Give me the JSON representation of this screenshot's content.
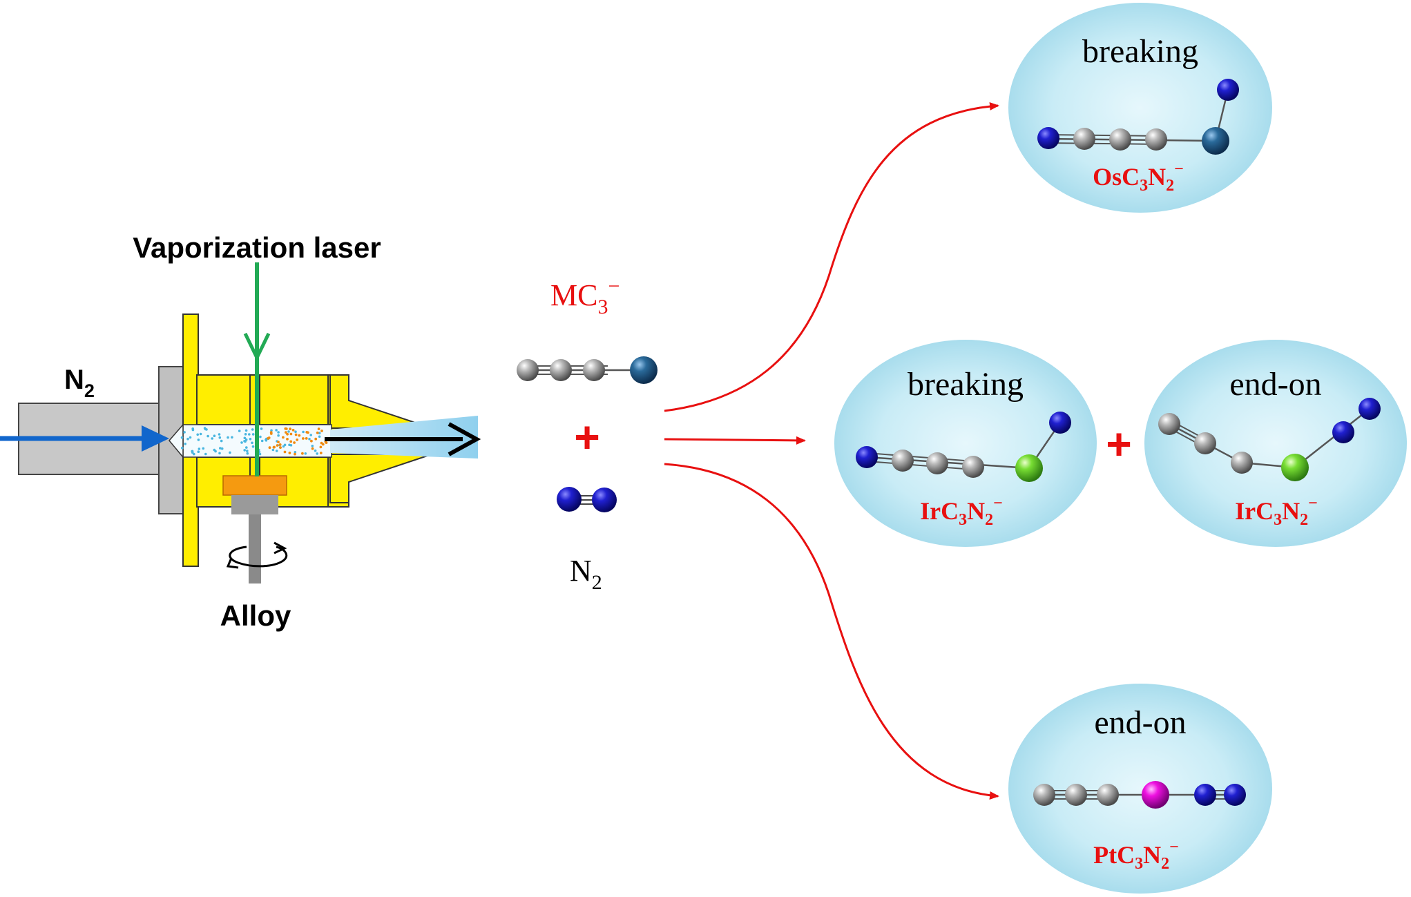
{
  "apparatus": {
    "gas_label_base": "N",
    "gas_label_sub": "2",
    "laser_label": "Vaporization laser",
    "target_label": "Alloy"
  },
  "reactants": {
    "cluster_base": "MC",
    "cluster_sub": "3",
    "cluster_charge": "−",
    "gas_base": "N",
    "gas_sub": "2",
    "plus": "+"
  },
  "products": {
    "os": {
      "mode": "breaking",
      "formula_a": "OsC",
      "sub1": "3",
      "formula_b": "N",
      "sub2": "2",
      "charge": "−"
    },
    "ir_breaking": {
      "mode": "breaking",
      "formula_a": "IrC",
      "sub1": "3",
      "formula_b": "N",
      "sub2": "2",
      "charge": "−"
    },
    "ir_endon": {
      "mode": "end-on",
      "formula_a": "IrC",
      "sub1": "3",
      "formula_b": "N",
      "sub2": "2",
      "charge": "−"
    },
    "pt": {
      "mode": "end-on",
      "formula_a": "PtC",
      "sub1": "3",
      "formula_b": "N",
      "sub2": "2",
      "charge": "−"
    },
    "plus": "+"
  },
  "colors": {
    "carbon": "#8c8c8c",
    "nitrogen": "#1a1ab4",
    "osmium": "#2a6a9a",
    "iridium": "#66cc33",
    "platinum": "#e010d0",
    "reaction_arrow": "#e81010",
    "apparatus_metal": "#ffee00",
    "laser": "#22aa55",
    "gas_flow": "#1166cc",
    "bubble": "#c8ecf6"
  }
}
